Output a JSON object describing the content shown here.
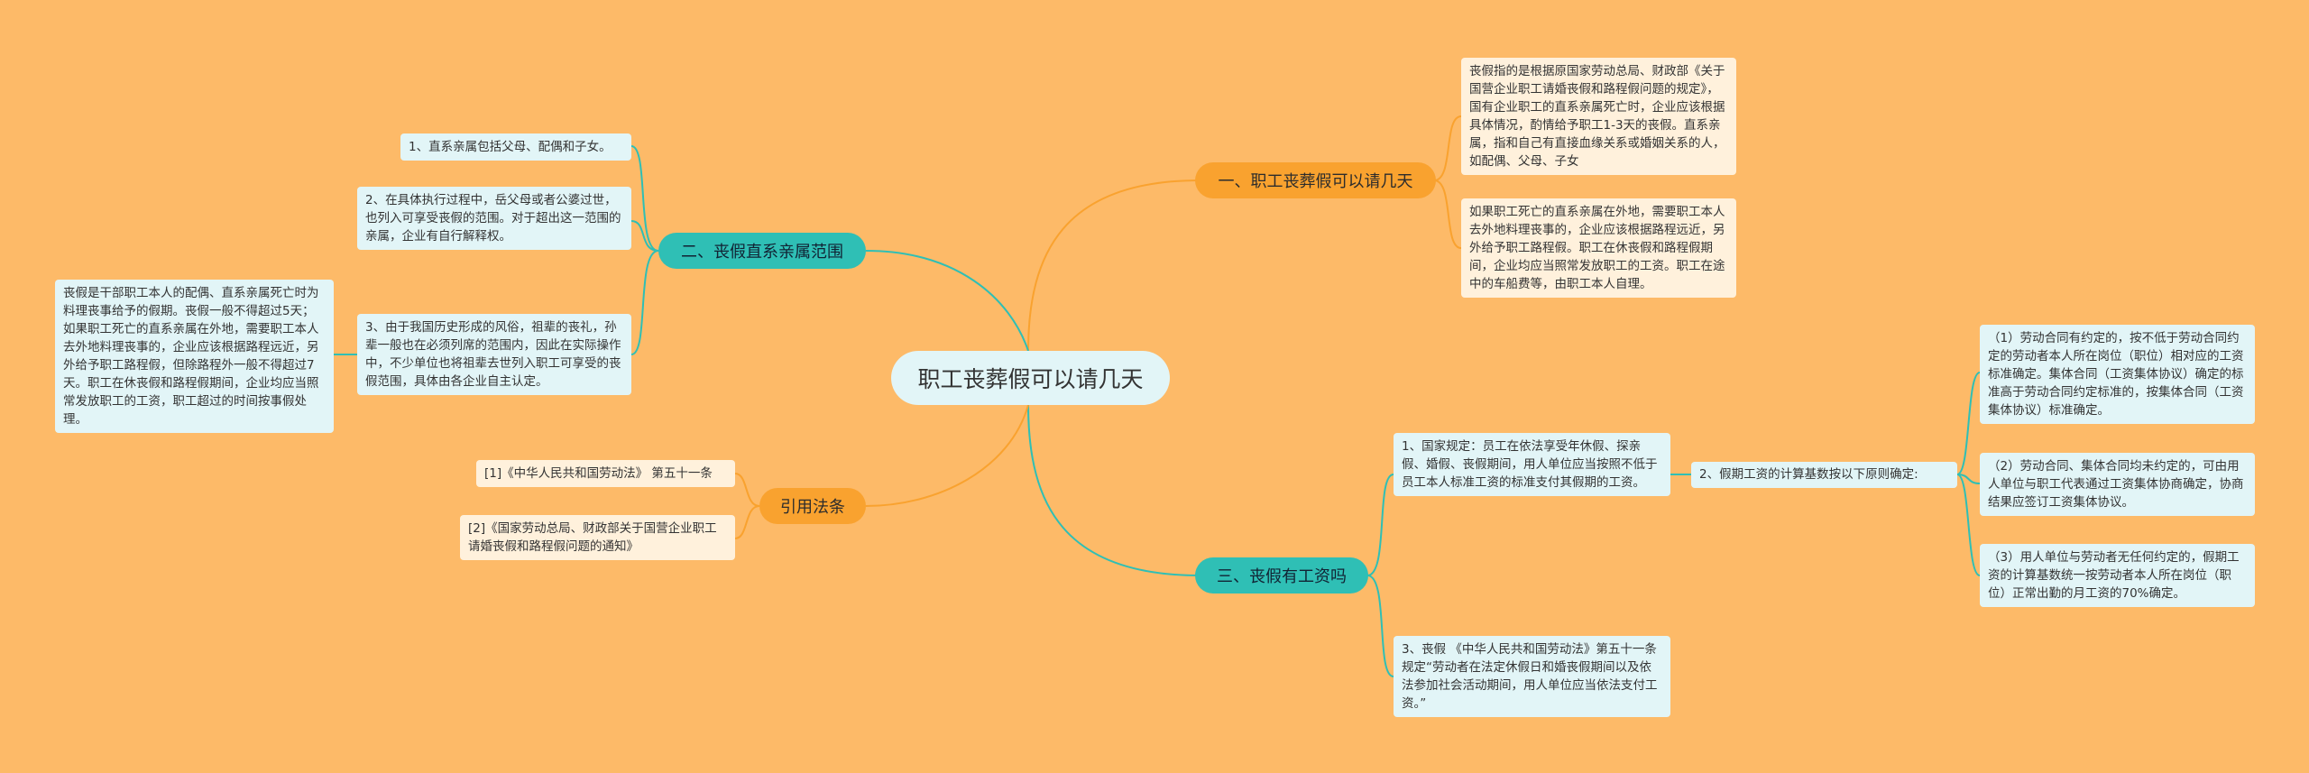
{
  "root": {
    "title": "职工丧葬假可以请几天"
  },
  "branches": {
    "b1": {
      "title": "一、职工丧葬假可以请几天"
    },
    "b2": {
      "title": "二、丧假直系亲属范围"
    },
    "b3": {
      "title": "三、丧假有工资吗"
    },
    "b4": {
      "title": "引用法条"
    }
  },
  "leaves": {
    "b1_1": "丧假指的是根据原国家劳动总局、财政部《关于国营企业职工请婚丧假和路程假问题的规定》，国有企业职工的直系亲属死亡时，企业应该根据具体情况，酌情给予职工1-3天的丧假。直系亲属，指和自己有直接血缘关系或婚姻关系的人，如配偶、父母、子女",
    "b1_2": "如果职工死亡的直系亲属在外地，需要职工本人去外地料理丧事的，企业应该根据路程远近，另外给予职工路程假。职工在休丧假和路程假期间，企业均应当照常发放职工的工资。职工在途中的车船费等，由职工本人自理。",
    "b2_1": "1、直系亲属包括父母、配偶和子女。",
    "b2_2": "2、在具体执行过程中，岳父母或者公婆过世，也列入可享受丧假的范围。对于超出这一范围的亲属，企业有自行解释权。",
    "b2_3": "3、由于我国历史形成的风俗，祖辈的丧礼，孙辈一般也在必须列席的范围内，因此在实际操作中，不少单位也将祖辈去世列入职工可享受的丧假范围，具体由各企业自主认定。",
    "b2_3_1": "丧假是干部职工本人的配偶、直系亲属死亡时为料理丧事给予的假期。丧假一般不得超过5天；如果职工死亡的直系亲属在外地，需要职工本人去外地料理丧事的，企业应该根据路程远近，另外给予职工路程假，但除路程外一般不得超过7天。职工在休丧假和路程假期间，企业均应当照常发放职工的工资，职工超过的时间按事假处理。",
    "b3_1": "1、国家规定：员工在依法享受年休假、探亲假、婚假、丧假期间，用人单位应当按照不低于员工本人标准工资的标准支付其假期的工资。",
    "b3_2": "3、丧假 《中华人民共和国劳动法》第五十一条规定“劳动者在法定休假日和婚丧假期间以及依法参加社会活动期间，用人单位应当依法支付工资。”",
    "b3_1_1": "2、假期工资的计算基数按以下原则确定:",
    "b3_1_1_1": "（1）劳动合同有约定的，按不低于劳动合同约定的劳动者本人所在岗位（职位）相对应的工资标准确定。集体合同（工资集体协议）确定的标准高于劳动合同约定标准的，按集体合同（工资集体协议）标准确定。",
    "b3_1_1_2": "（2）劳动合同、集体合同均未约定的，可由用人单位与职工代表通过工资集体协商确定，协商结果应签订工资集体协议。",
    "b3_1_1_3": "（3）用人单位与劳动者无任何约定的，假期工资的计算基数统一按劳动者本人所在岗位（职位）正常出勤的月工资的70%确定。",
    "b4_1": "[1]《中华人民共和国劳动法》 第五十一条",
    "b4_2": "[2]《国家劳动总局、财政部关于国营企业职工请婚丧假和路程假问题的通知》"
  },
  "colors": {
    "background": "#FDBA68",
    "orange_branch": "#F9A22F",
    "teal_branch": "#2FBFB5",
    "cream_node": "#FFF1DC",
    "cyan_node": "#E2F5F7"
  }
}
